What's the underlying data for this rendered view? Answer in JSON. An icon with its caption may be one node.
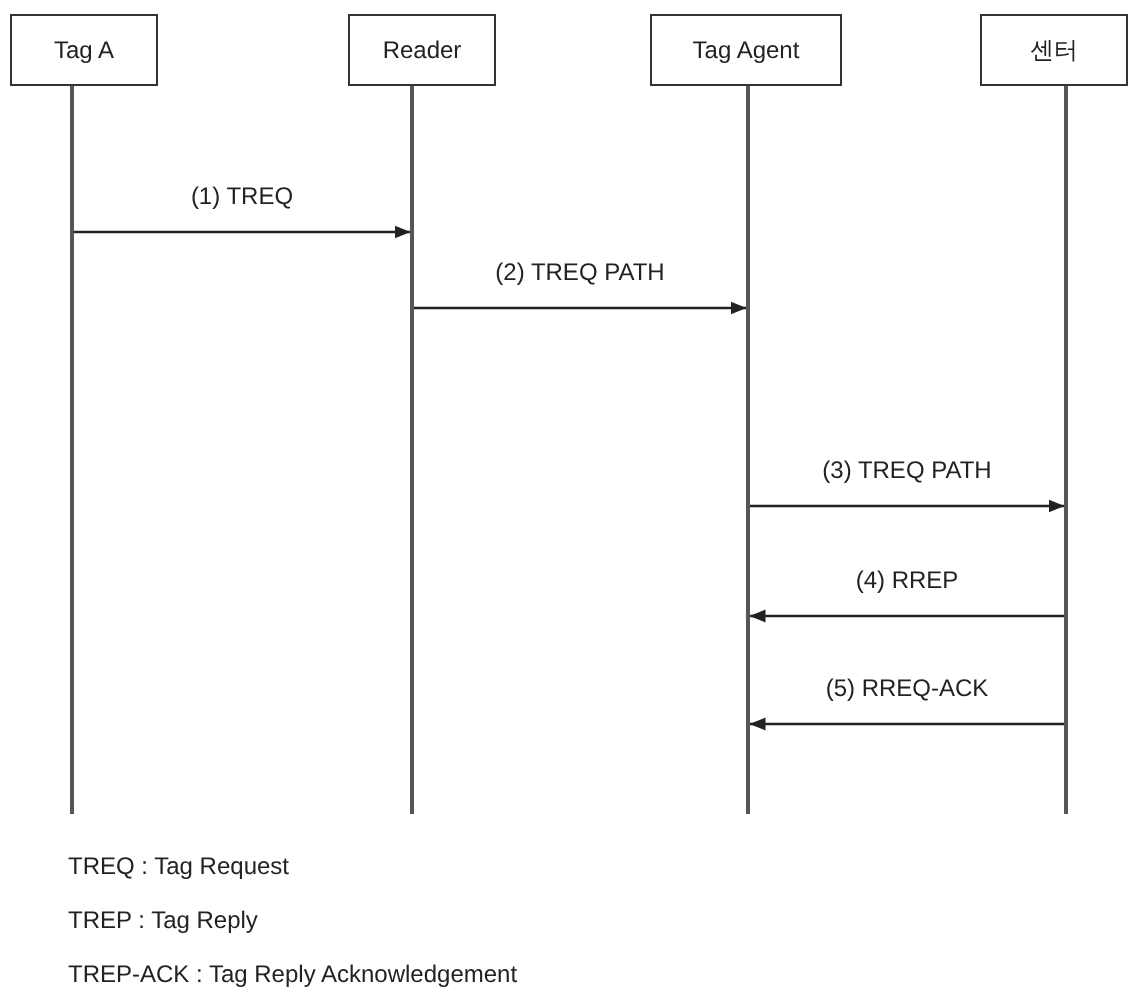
{
  "diagram": {
    "nodes": [
      {
        "text": [
          "Tag A"
        ]
      },
      {
        "text": [
          "Reader"
        ]
      },
      {
        "text": [
          "Tag Agent"
        ]
      },
      {
        "text": [
          "센터"
        ]
      },
      {
        "text": [],
        "shape": "line"
      },
      {
        "text": [],
        "shape": "line"
      },
      {
        "text": [],
        "shape": "line"
      },
      {
        "text": [],
        "shape": "line"
      }
    ],
    "edges": [
      {
        "from": 4,
        "to": 5,
        "arrow": "to",
        "label": "(1) TREQ"
      },
      {
        "from": 5,
        "to": 6,
        "arrow": "to",
        "label": "(2) TREQ PATH"
      },
      {
        "from": 6,
        "to": 7,
        "arrow": "to",
        "label": "(3) TREQ PATH"
      },
      {
        "from": 7,
        "to": 6,
        "arrow": "to",
        "label": "(4) RREP"
      },
      {
        "from": 7,
        "to": 6,
        "arrow": "to",
        "label": "(5) RREQ-ACK"
      }
    ],
    "labels": [
      "TREQ : Tag Request",
      "TREP : Tag Reply",
      "TREP-ACK : Tag Reply Acknowledgement"
    ]
  }
}
